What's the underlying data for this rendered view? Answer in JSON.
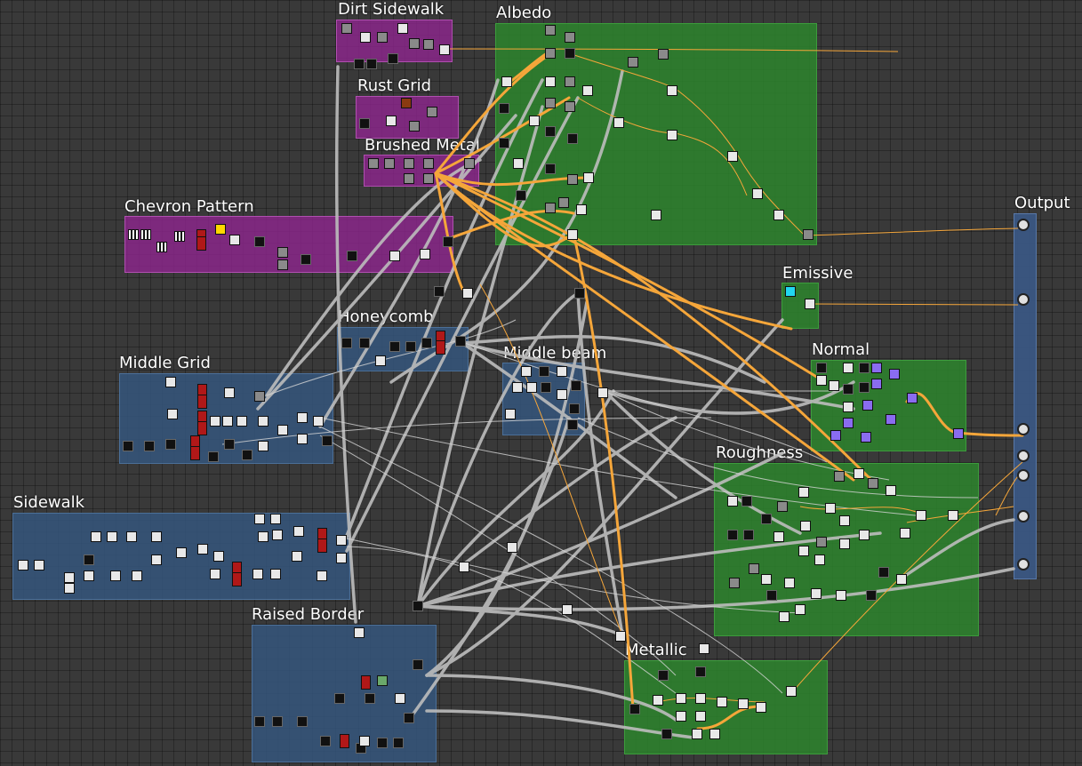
{
  "frames": [
    {
      "key": "dirt_sidewalk",
      "title": "Dirt Sidewalk",
      "style": "purple"
    },
    {
      "key": "rust_grid",
      "title": "Rust Grid",
      "style": "purple"
    },
    {
      "key": "brushed_metal",
      "title": "Brushed Metal",
      "style": "purple"
    },
    {
      "key": "chevron_pattern",
      "title": "Chevron Pattern",
      "style": "purple"
    },
    {
      "key": "albedo",
      "title": "Albedo",
      "style": "green"
    },
    {
      "key": "emissive",
      "title": "Emissive",
      "style": "green"
    },
    {
      "key": "normal",
      "title": "Normal",
      "style": "green"
    },
    {
      "key": "roughness",
      "title": "Roughness",
      "style": "green"
    },
    {
      "key": "metallic",
      "title": "Metallic",
      "style": "green"
    },
    {
      "key": "honeycomb",
      "title": "Honeycomb",
      "style": "blue"
    },
    {
      "key": "middle_grid",
      "title": "Middle Grid",
      "style": "blue"
    },
    {
      "key": "middle_beam",
      "title": "Middle beam",
      "style": "blue"
    },
    {
      "key": "sidewalk",
      "title": "Sidewalk",
      "style": "blue"
    },
    {
      "key": "raised_border",
      "title": "Raised Border",
      "style": "blue"
    },
    {
      "key": "output",
      "title": "Output",
      "style": "output"
    }
  ],
  "colors": {
    "wire_gray": "#b9b9b9",
    "wire_orange": "#f5a63a",
    "wire_thin": "#d0d0d0",
    "canvas": "#393939"
  },
  "icons": [
    "output-port-icon"
  ]
}
